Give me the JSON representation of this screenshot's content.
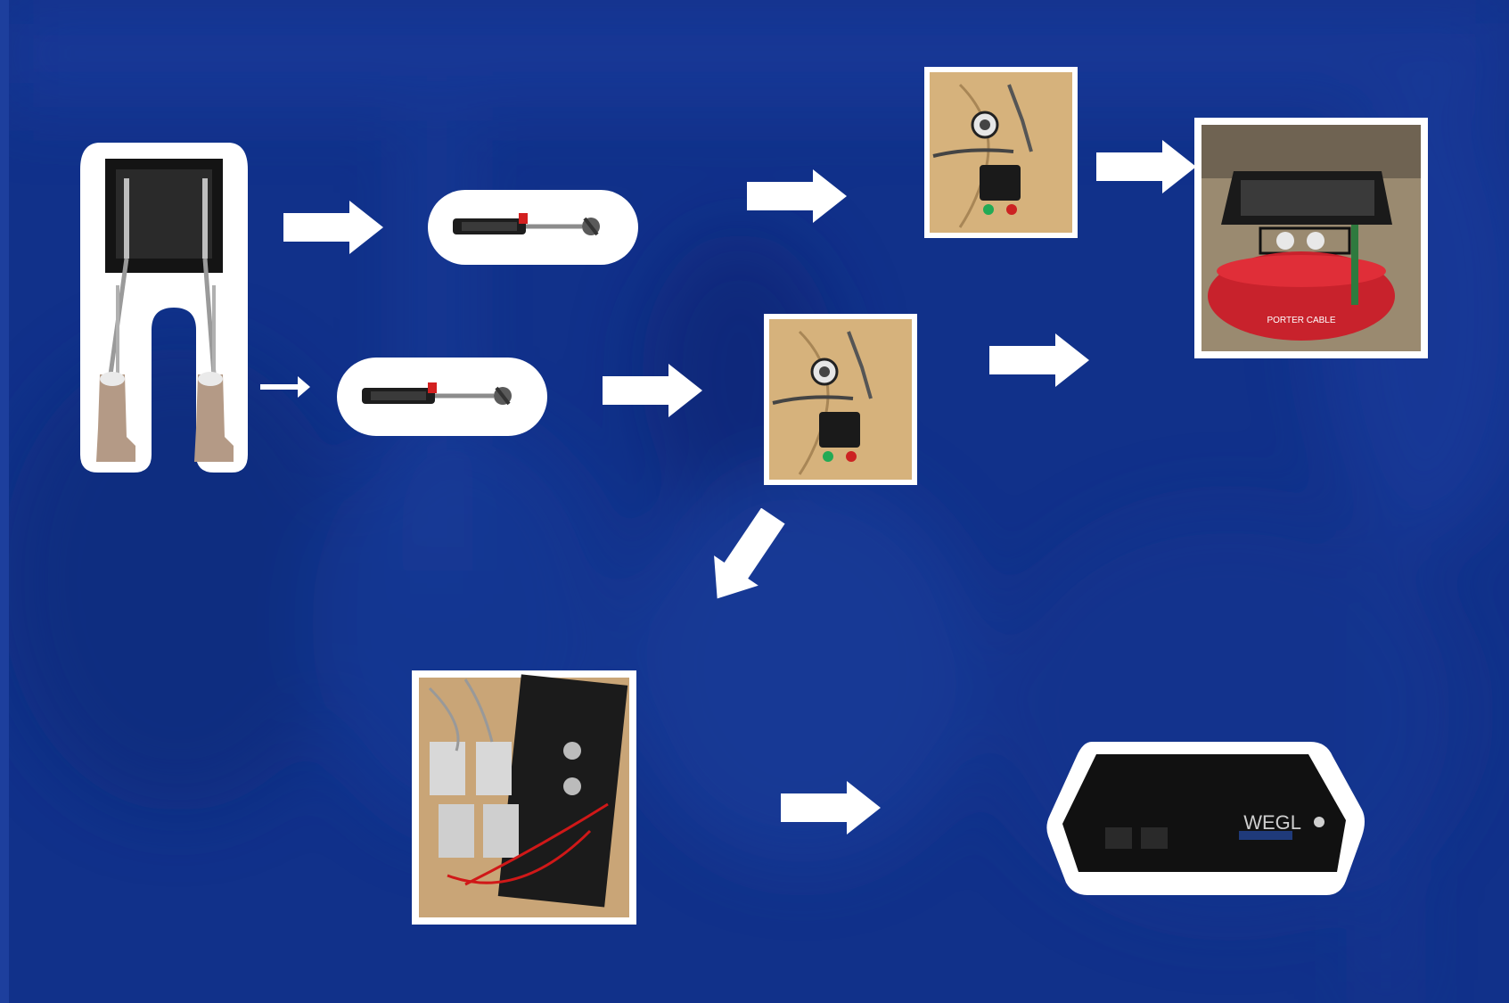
{
  "diagram": {
    "nodes": [
      {
        "id": "legs-rig",
        "kind": "photo"
      },
      {
        "id": "cylinder-top",
        "kind": "photo"
      },
      {
        "id": "cylinder-bottom",
        "kind": "photo"
      },
      {
        "id": "valve-top",
        "kind": "photo"
      },
      {
        "id": "valve-middle",
        "kind": "photo"
      },
      {
        "id": "air-compressor",
        "kind": "photo"
      },
      {
        "id": "relay-box",
        "kind": "photo"
      },
      {
        "id": "weigl-controller",
        "kind": "photo"
      }
    ],
    "edges": [
      {
        "from": "legs-rig",
        "to": "cylinder-top"
      },
      {
        "from": "legs-rig",
        "to": "cylinder-bottom"
      },
      {
        "from": "cylinder-top",
        "to": "valve-top"
      },
      {
        "from": "cylinder-bottom",
        "to": "valve-middle"
      },
      {
        "from": "valve-top",
        "to": "air-compressor"
      },
      {
        "from": "valve-middle",
        "to": "air-compressor"
      },
      {
        "from": "valve-middle",
        "to": "relay-box"
      },
      {
        "from": "relay-box",
        "to": "weigl-controller"
      }
    ],
    "device_logo_text": "WEGL",
    "compressor_brand_text": "PORTER CABLE",
    "colors": {
      "background": "#11318a",
      "arrow": "#ffffff",
      "frame": "#ffffff"
    }
  }
}
